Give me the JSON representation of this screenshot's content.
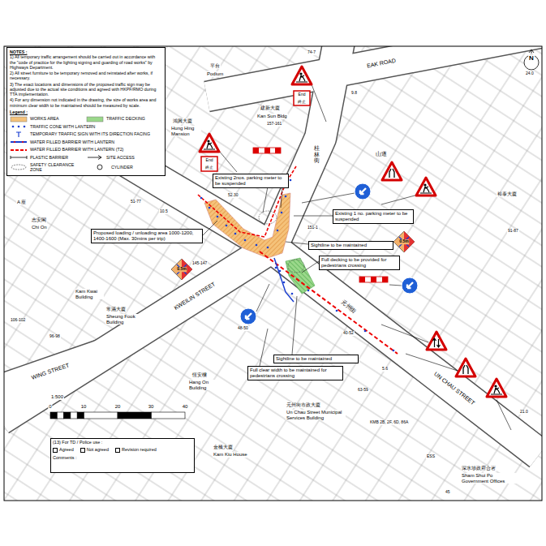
{
  "diagram": {
    "nodes": [
      {
        "text": [
          "NOTES :",
          "1) All temporary traffic arrangement should be carried out in accordance with the \"code of practice for the lighting signing and guarding of road works\" by Highways Department.",
          "2) All street furniture to be temporary removed and reinstated after works, if necessary.",
          "3) The exact locations and dimensions of the proposed traffic sign may be adjusted due to the actual site conditions and agreed with HKPF/RMO during TTA implementation.",
          "4) For any dimension not indicated in the drawing, the size of works area and minimum clear width to be maintained should be measured by scale.",
          "Legend :"
        ]
      },
      {
        "text": [
          "Existing 2nos. parking meter to be suspended"
        ]
      },
      {
        "text": [
          "Existing 1 no. parking meter to be suspended"
        ]
      },
      {
        "text": [
          "Proposed loading / unloading area 1000-1200, 1400-1600 (Max. 30mins per trip)"
        ]
      },
      {
        "text": [
          "Sightline to be maintained"
        ]
      },
      {
        "text": [
          "Full decking to be provided for pedestrians crossing"
        ]
      },
      {
        "text": [
          "Sightline to be maintained"
        ]
      },
      {
        "text": [
          "Full clear width to be maintained for pedestrians crossing"
        ]
      },
      {
        "text": [
          "(13) For TD / Police use :",
          "Agreed",
          "Not agreed",
          "Revision required",
          "Comments :"
        ]
      }
    ],
    "labels": [
      "N",
      "24.0",
      "EAK ROAD",
      "平台",
      "Podium",
      "74-7",
      "9.8",
      "建新大廈",
      "Kan Sun Bldg",
      "157-161",
      "鴻興大廈",
      "Hung Hing Mansion",
      "A 座",
      "51-77",
      "10.5",
      "志安閣",
      "Chi On",
      "52.30",
      "151-1",
      "91-87",
      "裕泰大廈",
      "Kam Kwai Building",
      "145-147",
      "106-102",
      "常滿大廈",
      "Sheung Fook Building",
      "96-98",
      "WING STREET",
      "KWEILIN STREET",
      "48-50",
      "恆安樓",
      "Hang On Building",
      "金橋大廈",
      "Kam Kiu House",
      "元州街市政大廈",
      "Un Chau Street Municipal Services Building",
      "元州街",
      "UN CHAU STREET",
      "KMB 2B, 2F, 6D, 86A",
      "40-52",
      "5.6",
      "63-59",
      "ESS",
      "深水埗政府合署",
      "Sham Shui Po Government Offices",
      "21.0",
      "45",
      "桂林街",
      "山道",
      "1:500",
      "0",
      "10",
      "20",
      "30",
      "40",
      "End",
      "終止",
      "End",
      "終止",
      "0.5m",
      "0.5m"
    ],
    "legend": [
      {
        "text": "WORKS AREA",
        "color": "#f5c27a"
      },
      {
        "text": "TRAFFIC DECKING",
        "color": "#9ad88a"
      },
      {
        "text": "TRAFFIC CONE WITH LANTERN"
      },
      {
        "text": "TEMPORARY TRAFFIC SIGN WITH ITS DIRECTION FACING"
      },
      {
        "text": "WATER FILLED BARRIER WITH LANTERN"
      },
      {
        "text": "WATER FILLED BARRIER WITH LANTERN (T2)"
      },
      {
        "text": "PLASTIC BARRIER"
      },
      {
        "text": "SITE ACCESS"
      },
      {
        "text": "SAFETY CLEARANCE ZONE"
      },
      {
        "text": "CYLINDER"
      }
    ]
  }
}
